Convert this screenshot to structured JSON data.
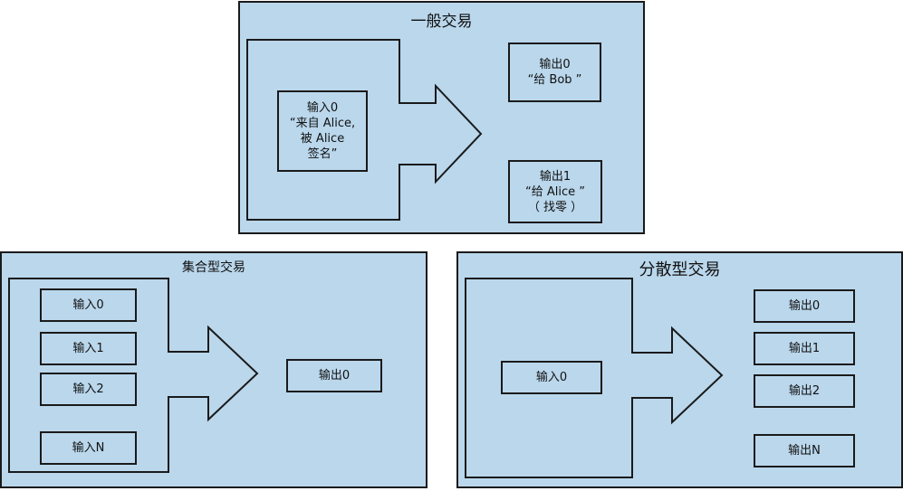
{
  "general": {
    "title": "一般交易",
    "input": [
      "输入0",
      "“来自 Alice,",
      "被 Alice",
      "签名”"
    ],
    "output0": [
      "输出0",
      "“给 Bob ”"
    ],
    "output1": [
      "输出1",
      "“给 Alice ”",
      "（ 找零 ）"
    ]
  },
  "collect": {
    "title": "集合型交易",
    "inputs": [
      "输入0",
      "输入1",
      "输入2",
      "输入N"
    ],
    "output": "输出0"
  },
  "distribute": {
    "title": "分散型交易",
    "input": "输入0",
    "outputs": [
      "输出0",
      "输出1",
      "输出2",
      "输出N"
    ]
  }
}
